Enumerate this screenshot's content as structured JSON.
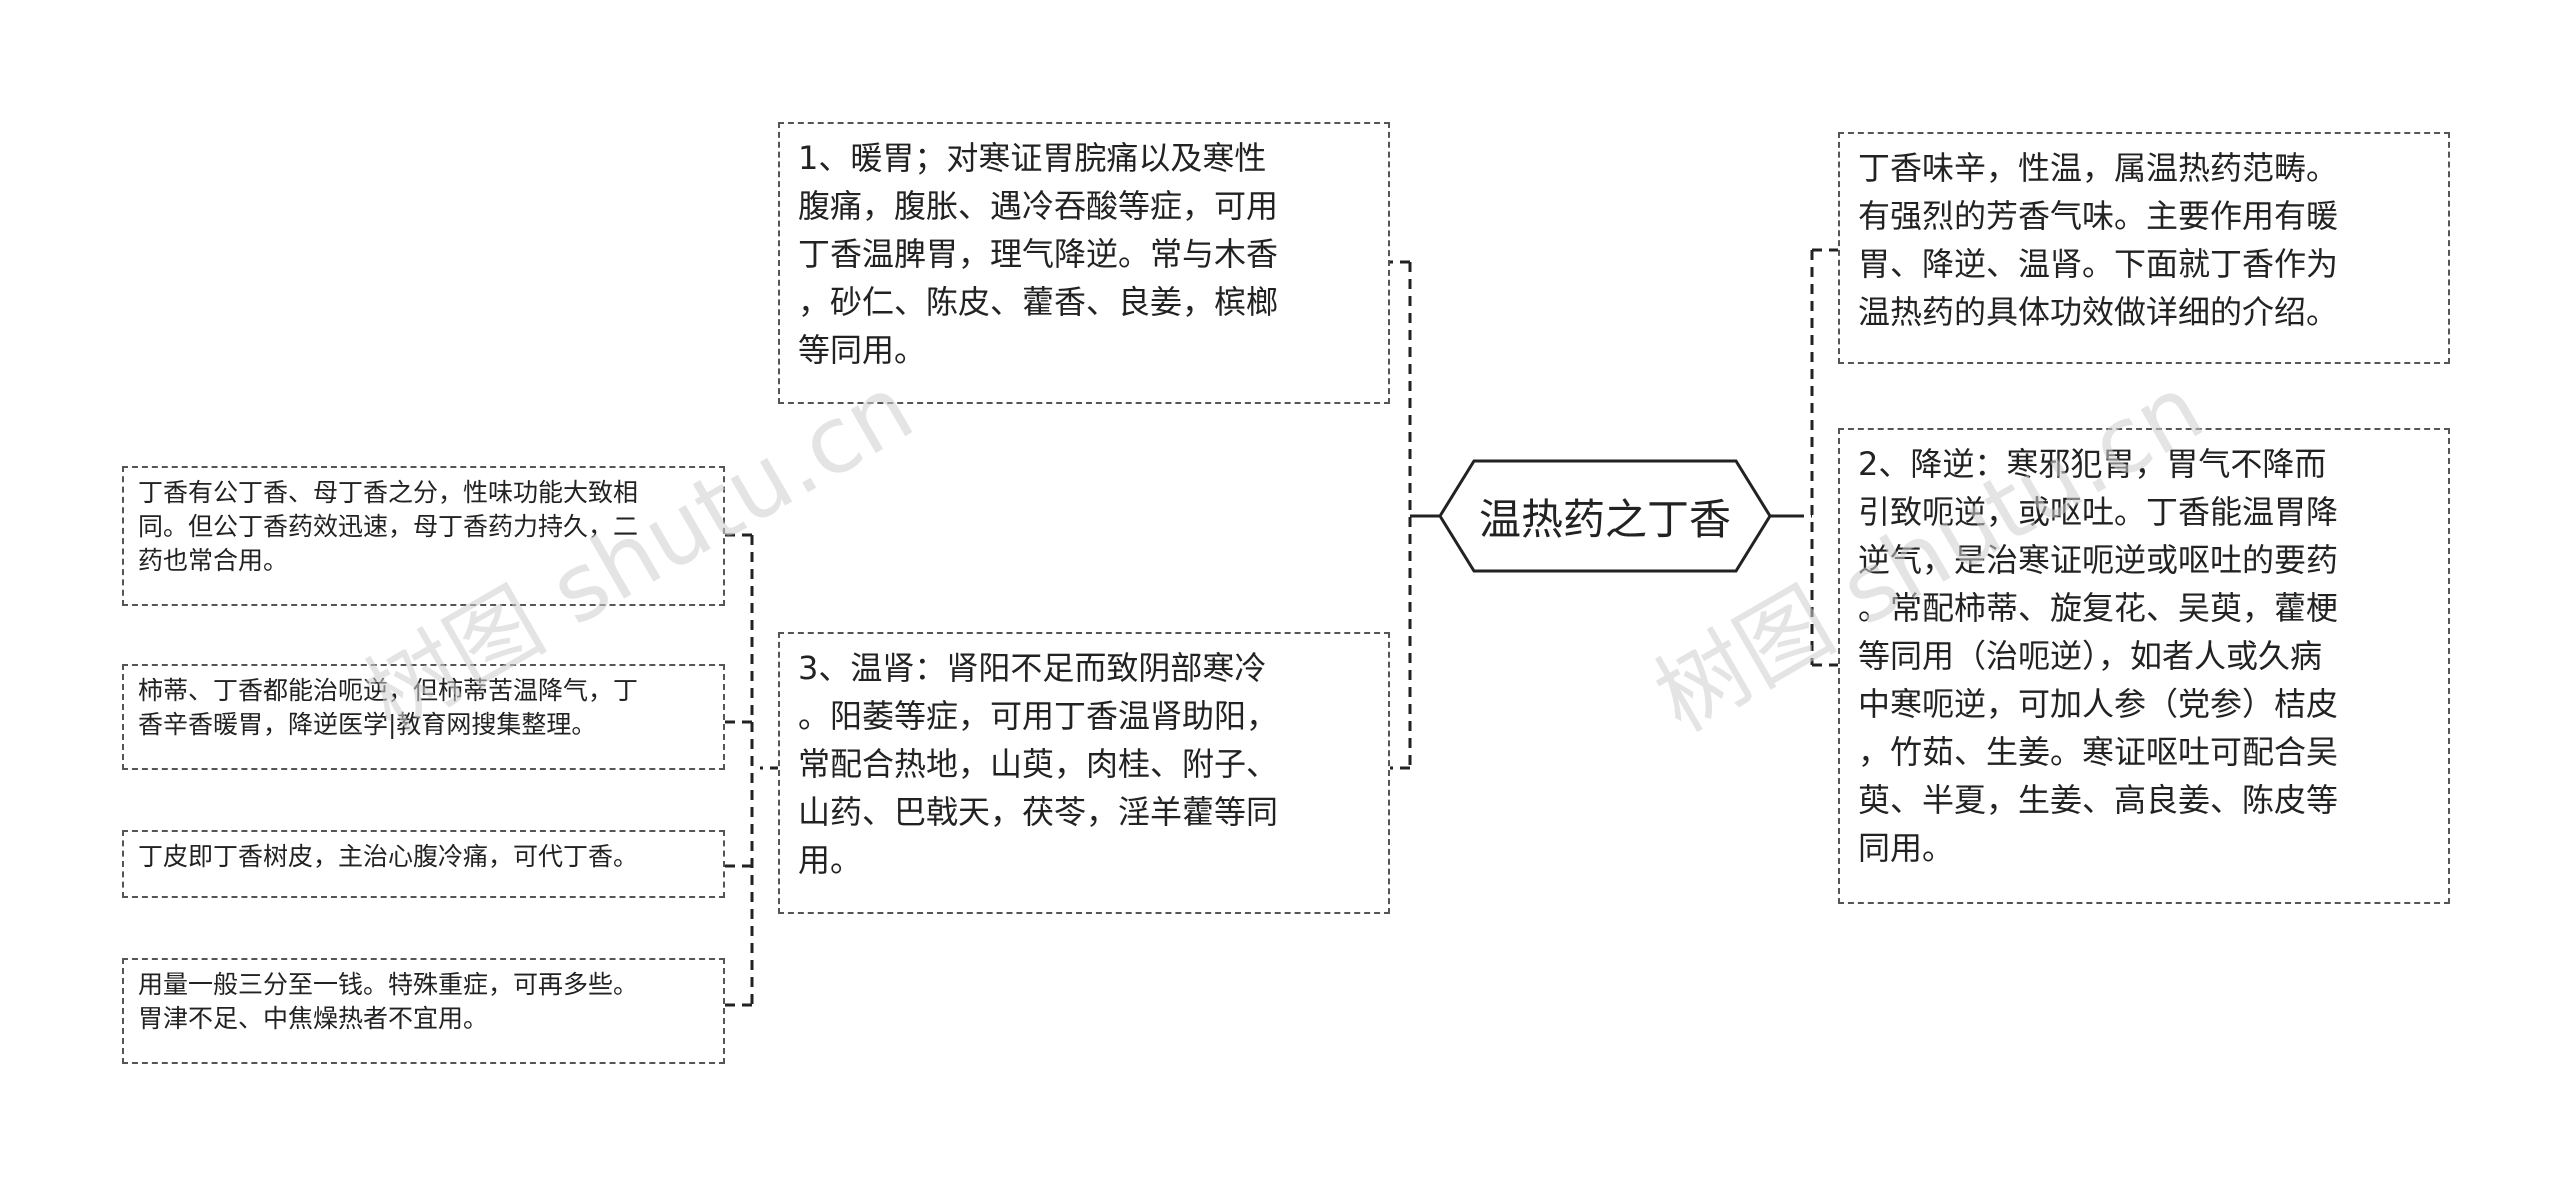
{
  "center": "温热药之丁香",
  "nodes": {
    "left_top": "1、暖胃；对寒证胃脘痛以及寒性\n腹痛，腹胀、遇冷吞酸等症，可用\n丁香温脾胃，理气降逆。常与木香\n，砂仁、陈皮、藿香、良姜，槟榔\n等同用。",
    "left_mid": "3、温肾：肾阳不足而致阴部寒冷\n。阳萎等症，可用丁香温肾助阳，\n常配合热地，山萸，肉桂、附子、\n山药、巴戟天，茯苓，淫羊藿等同\n用。",
    "sub1": "丁香有公丁香、母丁香之分，性味功能大致相\n同。但公丁香药效迅速，母丁香药力持久，二\n药也常合用。",
    "sub2": "柿蒂、丁香都能治呃逆，但柿蒂苦温降气，丁\n香辛香暖胃，降逆医学|教育网搜集整理。",
    "sub3": "丁皮即丁香树皮，主治心腹冷痛，可代丁香。",
    "sub4": "用量一般三分至一钱。特殊重症，可再多些。\n胃津不足、中焦燥热者不宜用。",
    "right_top": "丁香味辛，性温，属温热药范畴。\n有强烈的芳香气味。主要作用有暖\n胃、降逆、温肾。下面就丁香作为\n温热药的具体功效做详细的介绍。",
    "right_bottom": "2、降逆：寒邪犯胃，胃气不降而\n引致呃逆，或呕吐。丁香能温胃降\n逆气，是治寒证呃逆或呕吐的要药\n。常配柿蒂、旋复花、吴萸，藿梗\n等同用（治呃逆），如者人或久病\n中寒呃逆，可加人参（党参）桔皮\n，竹茹、生姜。寒证呕吐可配合吴\n萸、半夏，生姜、高良姜、陈皮等\n同用。"
  },
  "watermarks": [
    "树图 shutu.cn",
    "树图 shutu.cn"
  ]
}
